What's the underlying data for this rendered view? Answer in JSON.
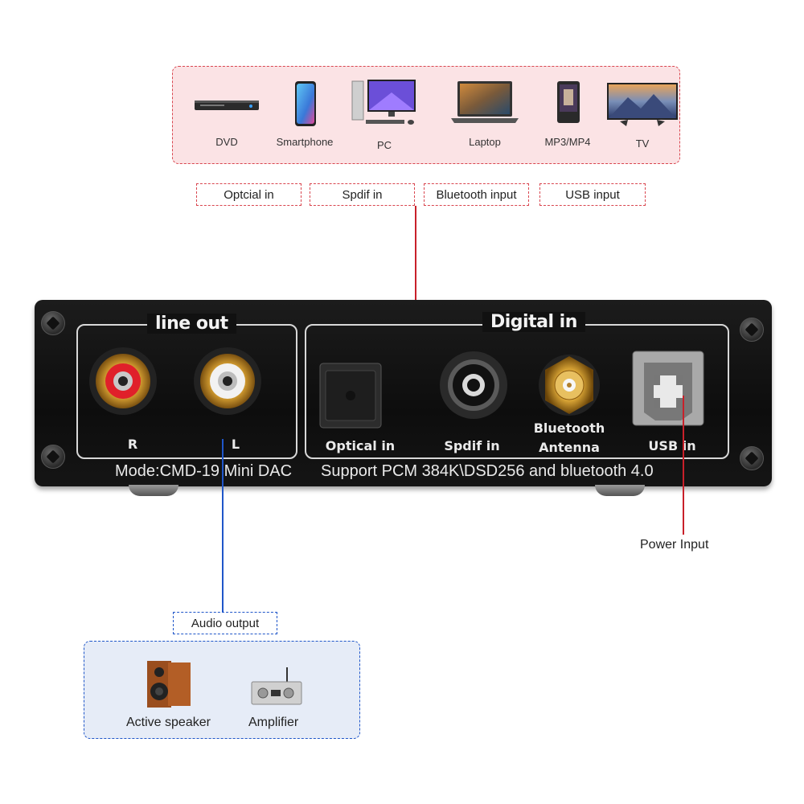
{
  "sources": {
    "devices": [
      {
        "label": "DVD",
        "icon": "dvd-player-icon"
      },
      {
        "label": "Smartphone",
        "icon": "smartphone-icon"
      },
      {
        "label": "PC",
        "icon": "pc-icon"
      },
      {
        "label": "Laptop",
        "icon": "laptop-icon"
      },
      {
        "label": "MP3/MP4",
        "icon": "mp3-player-icon"
      },
      {
        "label": "TV",
        "icon": "tv-icon"
      }
    ]
  },
  "inputs": {
    "optical": "Optcial in",
    "spdif": "Spdif in",
    "bluetooth": "Bluetooth input",
    "usb": "USB input"
  },
  "panel": {
    "line_out_title": "line out",
    "digital_in_title": "Digital in",
    "rca_right": "R",
    "rca_left": "L",
    "optical_label": "Optical in",
    "spdif_label": "Spdif in",
    "bt_label_1": "Bluetooth",
    "bt_label_2": "Antenna",
    "usb_label": "USB in",
    "model_text": "Mode:CMD-19 Mini DAC",
    "support_text": "Support PCM 384K\\DSD256  and bluetooth 4.0"
  },
  "power": {
    "label": "Power Input"
  },
  "audio": {
    "label": "Audio output",
    "outputs": [
      {
        "label": "Active speaker",
        "icon": "speaker-icon"
      },
      {
        "label": "Amplifier",
        "icon": "amplifier-icon"
      }
    ]
  },
  "colors": {
    "input_accent": "#d9464f",
    "input_fill": "#fbe3e5",
    "output_accent": "#1f56c9",
    "output_fill": "#e6ecf7"
  }
}
